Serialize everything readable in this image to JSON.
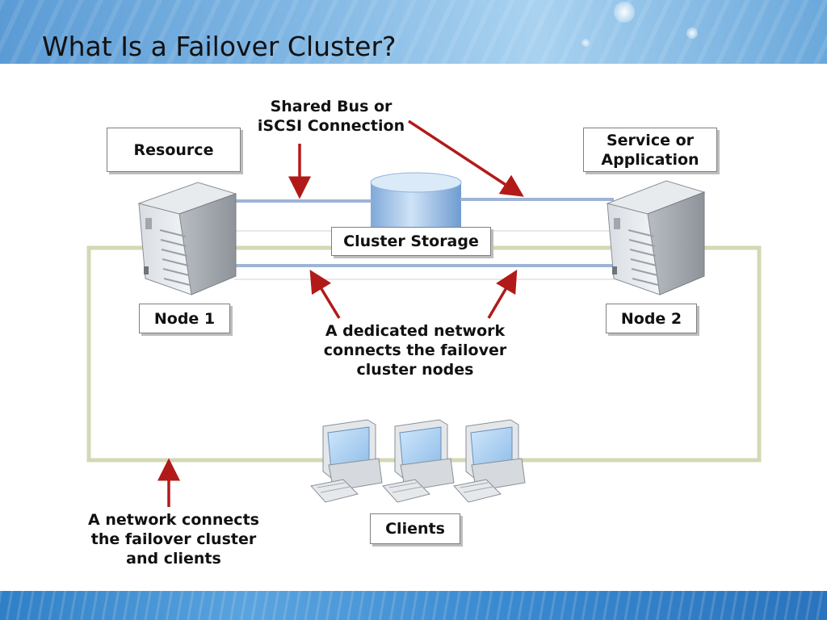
{
  "slide": {
    "title": "What Is a Failover Cluster?"
  },
  "labels": {
    "resource": "Resource",
    "service_line1": "Service or",
    "service_line2": "Application",
    "cluster_storage": "Cluster Storage",
    "node1": "Node 1",
    "node2": "Node 2",
    "clients": "Clients"
  },
  "callouts": {
    "shared_bus_line1": "Shared Bus or",
    "shared_bus_line2": "iSCSI Connection",
    "dedicated_line1": "A dedicated network",
    "dedicated_line2": "connects the failover",
    "dedicated_line3": "cluster nodes",
    "client_net_line1": "A network connects",
    "client_net_line2": "the failover cluster",
    "client_net_line3": "and clients"
  },
  "colors": {
    "arrow": "#b21a1a",
    "client_network": "#d4d8b4",
    "connection_line": "#9db4d6"
  }
}
